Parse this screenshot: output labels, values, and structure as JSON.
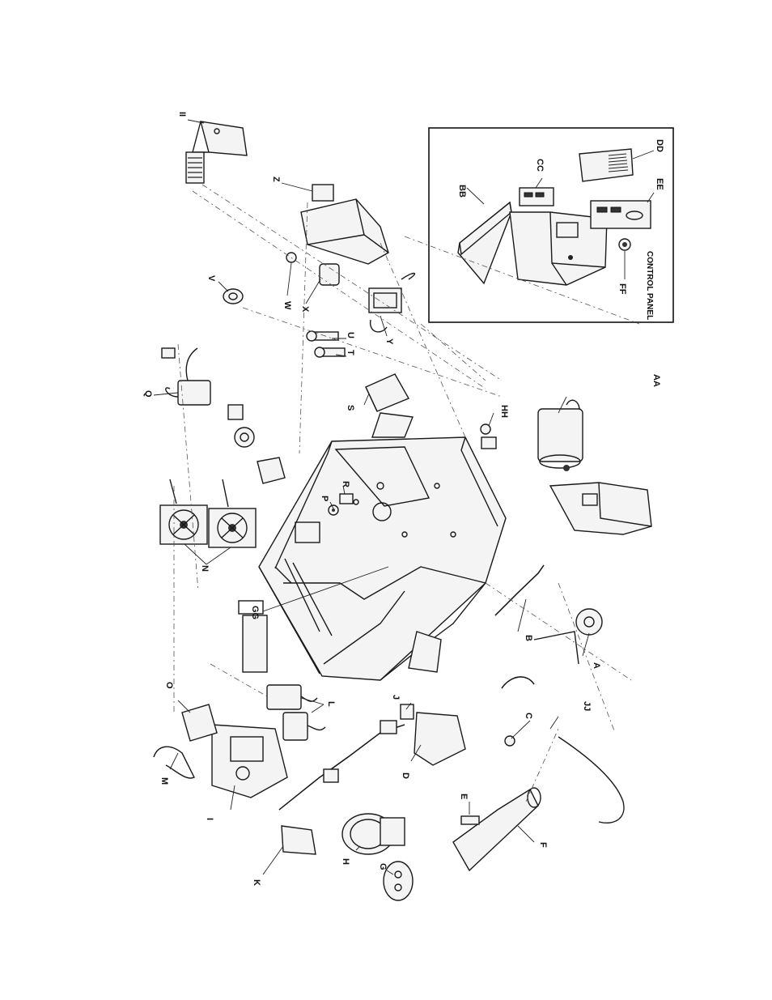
{
  "diagram": {
    "inset_caption": "CONTROL PANEL",
    "labels": {
      "A": "A",
      "AA": "AA",
      "B": "B",
      "BB": "BB",
      "C": "C",
      "CC": "CC",
      "D": "D",
      "DD": "DD",
      "E": "E",
      "EE": "EE",
      "F": "F",
      "FF": "FF",
      "G": "G",
      "GG": "GG",
      "H": "H",
      "HH": "HH",
      "I": "I",
      "II": "II",
      "J": "J",
      "JJ": "JJ",
      "K": "K",
      "L": "L",
      "M": "M",
      "N": "N",
      "O": "O",
      "P": "P",
      "Q": "Q",
      "R": "R",
      "S": "S",
      "T": "T",
      "U": "U",
      "V": "V",
      "W": "W",
      "X": "X",
      "Y": "Y",
      "Z": "Z"
    }
  }
}
